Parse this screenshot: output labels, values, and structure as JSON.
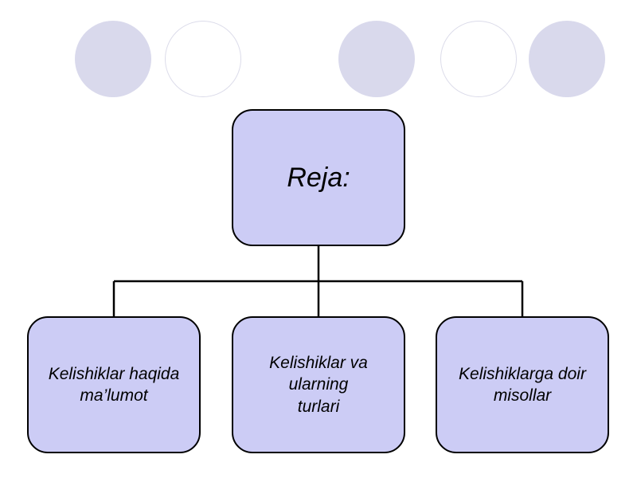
{
  "diagram": {
    "root": {
      "label": "Reja:"
    },
    "children": [
      {
        "label": "Kelishiklar haqida\nma’lumot"
      },
      {
        "label": "Kelishiklar va\nularning\nturlari"
      },
      {
        "label": "Kelishiklarga doir\nmisollar"
      }
    ]
  },
  "colors": {
    "node_fill": "#ccccf5",
    "node_border": "#000000",
    "decor_filled": "#d9d9ec",
    "decor_outline": "#dcdcea",
    "connector": "#000000"
  }
}
